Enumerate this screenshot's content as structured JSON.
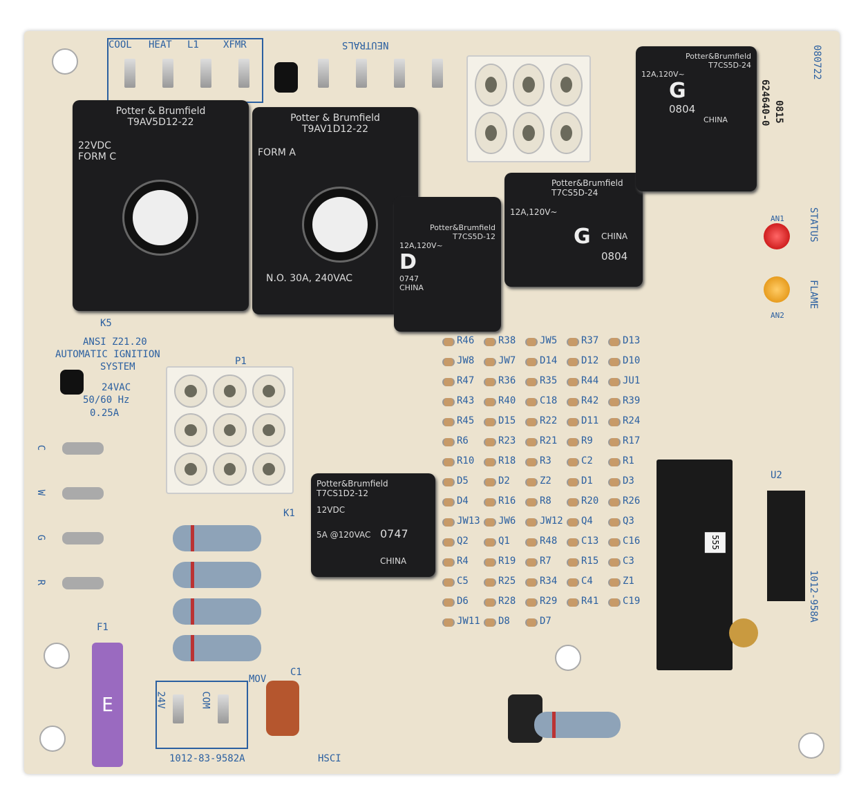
{
  "relays": [
    {
      "brand": "Potter & Brumfield",
      "model": "T9AV5D12-22",
      "text1": "22VDC",
      "text2": "FORM C"
    },
    {
      "brand": "Potter & Brumfield",
      "model": "T9AV1D12-22",
      "text1": "FORM A",
      "text2": "N.O. 30A, 240VAC"
    },
    {
      "brand": "Potter&Brumfield",
      "model": "T7CS5D-12",
      "big": "D",
      "code": "0747",
      "text1": "12A,120V~",
      "text2": "CHINA"
    },
    {
      "brand": "Potter&Brumfield",
      "model": "T7CS5D-24",
      "big": "G",
      "code": "0804",
      "text1": "12A,120V~",
      "text2": "CHINA"
    },
    {
      "brand": "Potter&Brumfield",
      "model": "T7CS5D-24",
      "big": "G",
      "code": "0804",
      "text1": "12A,120V~",
      "text2": "CHINA"
    },
    {
      "brand": "Potter&Brumfield",
      "model": "T7CS1D2-12",
      "code": "0747",
      "text1": "12VDC",
      "text2": "5A @120VAC",
      "text3": "CHINA"
    }
  ],
  "silkscreen": {
    "top_terminals": [
      "COOL",
      "HEAT",
      "L1",
      "XFMR"
    ],
    "neutrals": "NEUTRALS",
    "part_no": "624640-0",
    "date": "0815",
    "code": "080722",
    "status": "STATUS",
    "flame": "FLAME",
    "an1": "AN1",
    "an2": "AN2",
    "ansi": "ANSI Z21.20",
    "ais": "AUTOMATIC IGNITION",
    "system": "SYSTEM",
    "power": "24VAC",
    "hz": "50/60 Hz",
    "amps": "0.25A",
    "thermo": [
      "C",
      "W",
      "G",
      "R"
    ],
    "p1": "P1",
    "k5": "K5",
    "k1": "K1",
    "f1": "F1",
    "bottom_left": "1012-83-9582A",
    "hsci": "HSCI",
    "side": "1012-958A",
    "v24": "24V",
    "com": "COM",
    "mov": "MOV",
    "c1": "C1",
    "u2": "U2",
    "ic": "555",
    "refs": [
      "R46",
      "R38",
      "JW5",
      "R37",
      "D13",
      "JW8",
      "JW7",
      "D14",
      "D12",
      "D10",
      "R47",
      "R36",
      "R35",
      "R44",
      "JU1",
      "R43",
      "R40",
      "C18",
      "R42",
      "R39",
      "R45",
      "D15",
      "R22",
      "D11",
      "R24",
      "R6",
      "R23",
      "R21",
      "R9",
      "R17",
      "R10",
      "R18",
      "R3",
      "C2",
      "R1",
      "D5",
      "D2",
      "Z2",
      "D1",
      "D3",
      "D4",
      "R16",
      "R8",
      "R20",
      "R26",
      "JW13",
      "JW6",
      "JW12",
      "Q4",
      "Q3",
      "Q2",
      "Q1",
      "R48",
      "C13",
      "C16",
      "R4",
      "R19",
      "R7",
      "R15",
      "C3",
      "C5",
      "R25",
      "R34",
      "C4",
      "Z1",
      "D6",
      "R28",
      "R29",
      "R41",
      "C19",
      "JW11",
      "D8",
      "D7"
    ]
  }
}
